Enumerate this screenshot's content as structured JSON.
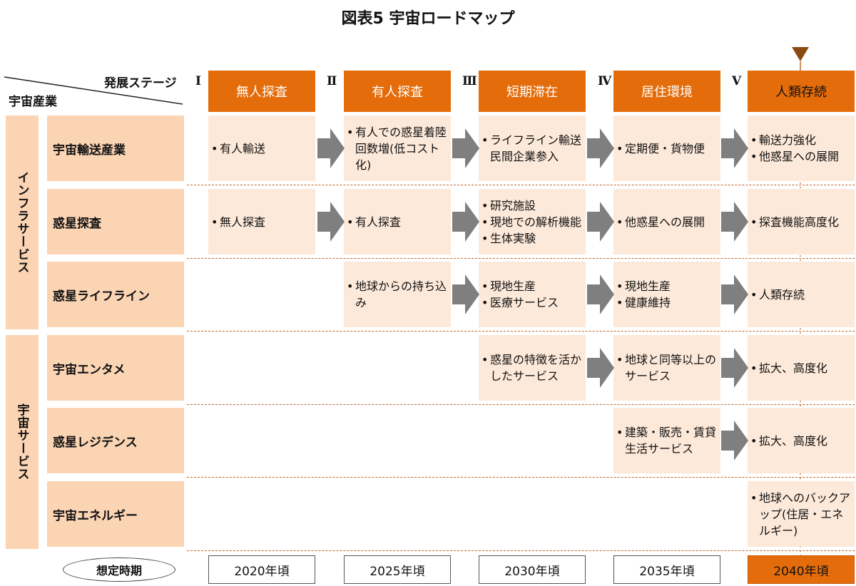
{
  "title": "図表5 宇宙ロードマップ",
  "header": {
    "stage_label": "発展ステージ",
    "industry_label": "宇宙産業"
  },
  "stages": [
    {
      "roman": "Ⅰ",
      "name": "無人探査"
    },
    {
      "roman": "Ⅱ",
      "name": "有人探査"
    },
    {
      "roman": "Ⅲ",
      "name": "短期滞在"
    },
    {
      "roman": "Ⅳ",
      "name": "居住環境"
    },
    {
      "roman": "Ⅴ",
      "name": "人類存続"
    }
  ],
  "categories": [
    {
      "name": "インフラサービス"
    },
    {
      "name": "宇宙サービス"
    }
  ],
  "rows": [
    {
      "label": "宇宙輸送産業",
      "cells": [
        [
          "有人輸送"
        ],
        [
          "有人での惑星着陸回数増(低コスト化)"
        ],
        [
          "ライフライン輸送民間企業参入"
        ],
        [
          "定期便・貨物便"
        ],
        [
          "輸送力強化",
          "他惑星への展開"
        ]
      ]
    },
    {
      "label": "惑星探査",
      "cells": [
        [
          "無人探査"
        ],
        [
          "有人探査"
        ],
        [
          "研究施設",
          "現地での解析機能",
          "生体実験"
        ],
        [
          "他惑星への展開"
        ],
        [
          "探査機能高度化"
        ]
      ]
    },
    {
      "label": "惑星ライフライン",
      "cells": [
        null,
        [
          "地球からの持ち込み"
        ],
        [
          "現地生産",
          "医療サービス"
        ],
        [
          "現地生産",
          "健康維持"
        ],
        [
          "人類存続"
        ]
      ]
    },
    {
      "label": "宇宙エンタメ",
      "cells": [
        null,
        null,
        [
          "惑星の特徴を活かしたサービス"
        ],
        [
          "地球と同等以上のサービス"
        ],
        [
          "拡大、高度化"
        ]
      ]
    },
    {
      "label": "惑星レジデンス",
      "cells": [
        null,
        null,
        null,
        [
          "建築・販売・賃貸生活サービス"
        ],
        [
          "拡大、高度化"
        ]
      ]
    },
    {
      "label": "宇宙エネルギー",
      "cells": [
        null,
        null,
        null,
        null,
        [
          "地球へのバックアップ(住居・エネルギー)"
        ]
      ]
    }
  ],
  "timeline": {
    "label": "想定時期",
    "years": [
      "2020年頃",
      "2025年頃",
      "2030年頃",
      "2035年頃",
      "2040年頃"
    ]
  },
  "colors": {
    "header_orange": "#e46c0a",
    "category_peach": "#fbd4b4",
    "cell_light": "#fde9d9",
    "arrow_gray": "#7f7f7f",
    "dashed_line": "#c0692a"
  }
}
